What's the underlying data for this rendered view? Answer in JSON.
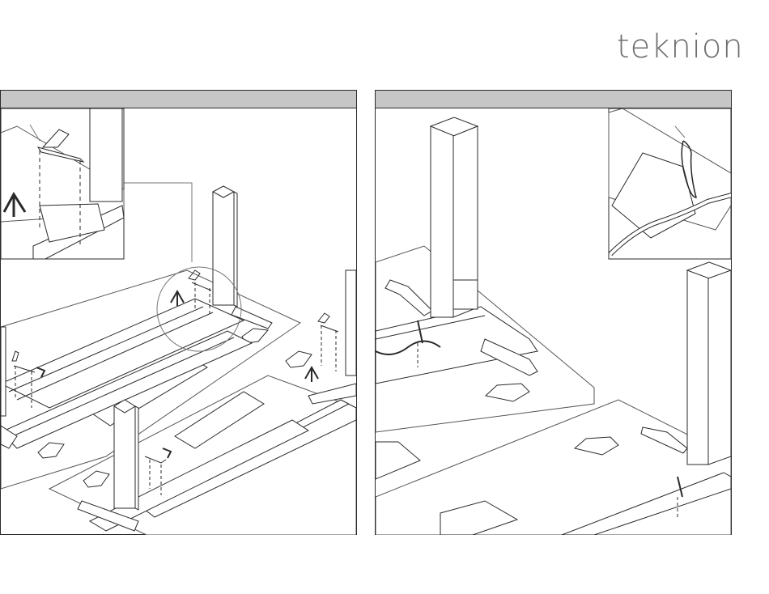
{
  "brand": {
    "logo_text": "teknion",
    "logo_color": "#6f6f6f"
  },
  "panels": [
    {
      "id": "step-left",
      "header_color": "#c6c6c6"
    },
    {
      "id": "step-right",
      "header_color": "#c6c6c6"
    }
  ]
}
